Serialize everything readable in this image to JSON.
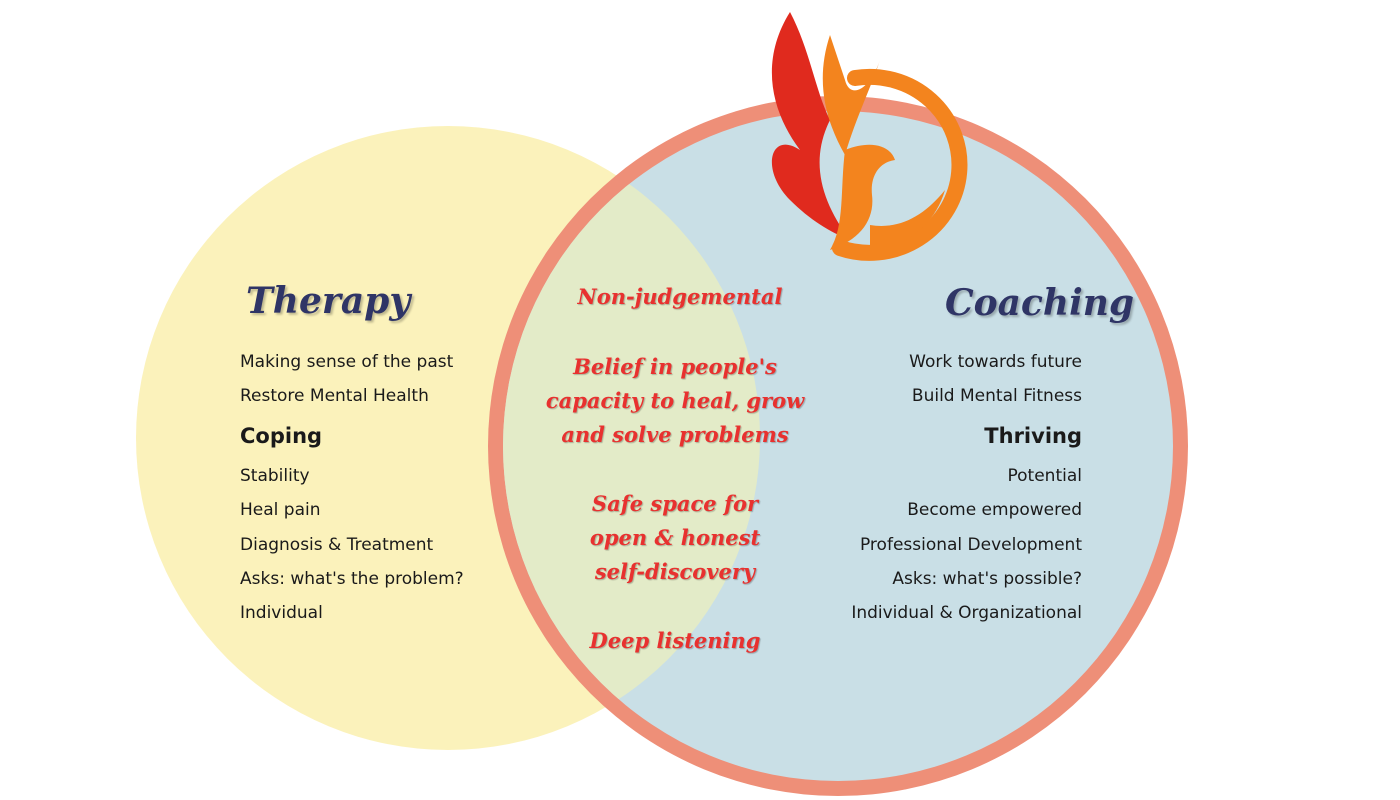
{
  "colors": {
    "therapy_circle": "#fbf1b4",
    "coaching_circle": "#c9dfe6",
    "overlap_fill": "#e3ebc8",
    "coaching_border": "#ee8f78",
    "heading_color": "#2f3566",
    "shared_color": "#e8312f",
    "phoenix_red": "#e02a1e",
    "phoenix_orange": "#f3841e"
  },
  "therapy": {
    "title": "Therapy",
    "items": [
      "Making sense of the past",
      "Restore Mental Health",
      "Coping",
      "Stability",
      "Heal pain",
      "Diagnosis & Treatment",
      "Asks: what's the problem?",
      "Individual"
    ],
    "key_item": "Coping"
  },
  "coaching": {
    "title": "Coaching",
    "items": [
      "Work towards future",
      "Build Mental Fitness",
      "Thriving",
      "Potential",
      "Become empowered",
      "Professional Development",
      "Asks: what's possible?",
      "Individual & Organizational"
    ],
    "key_item": "Thriving"
  },
  "shared": {
    "items": [
      "Non-judgemental",
      "Belief in people's capacity to heal, grow and solve problems",
      "Safe space for open & honest self-discovery",
      "Deep listening"
    ]
  },
  "logo": {
    "name": "phoenix-logo"
  }
}
